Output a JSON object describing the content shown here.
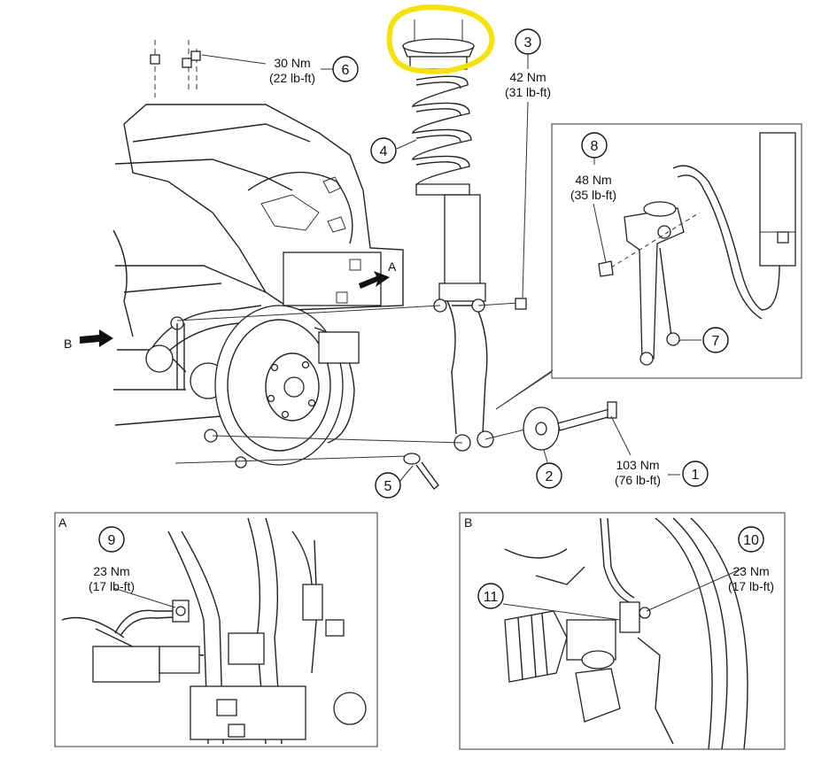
{
  "callouts": {
    "c1": "1",
    "c2": "2",
    "c3": "3",
    "c4": "4",
    "c5": "5",
    "c6": "6",
    "c7": "7",
    "c8": "8",
    "c9": "9",
    "c10": "10",
    "c11": "11"
  },
  "torques": {
    "t6": {
      "nm": "30 Nm",
      "lbft": "(22 lb-ft)"
    },
    "t3": {
      "nm": "42 Nm",
      "lbft": "(31 lb-ft)"
    },
    "t8": {
      "nm": "48 Nm",
      "lbft": "(35 lb-ft)"
    },
    "t1": {
      "nm": "103 Nm",
      "lbft": "(76 lb-ft)"
    },
    "t9": {
      "nm": "23 Nm",
      "lbft": "(17 lb-ft)"
    },
    "t10": {
      "nm": "23 Nm",
      "lbft": "(17 lb-ft)"
    }
  },
  "view_labels": {
    "arrow_a": "A",
    "arrow_b": "B",
    "panel_a": "A",
    "panel_b": "B"
  },
  "highlight_color": "#f4e20a"
}
